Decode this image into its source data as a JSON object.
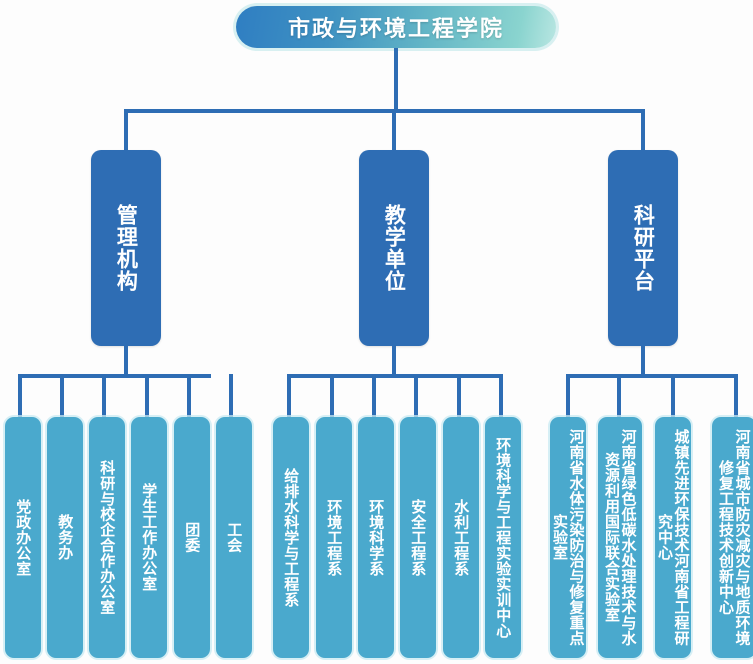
{
  "chart_data": {
    "type": "diagram",
    "title": "市政与环境工程学院",
    "orientation": "top-down organizational tree",
    "levels": 3
  },
  "colors": {
    "root_gradient_start": "#2f7ec2",
    "root_gradient_end": "#b9e6e2",
    "level2_fill": "#2e6db4",
    "leaf_fill": "#4aa9cd",
    "leaf_halo": "#c8e9f2",
    "connector": "#2e6db4",
    "text": "#ffffff",
    "background": "#fdfdfd"
  },
  "root": {
    "label": "市政与环境工程学院"
  },
  "branches": [
    {
      "id": "management",
      "label": "管理机构",
      "children": [
        {
          "label": "党政办公室"
        },
        {
          "label": "教务办"
        },
        {
          "label": "科研与校企合作办公室"
        },
        {
          "label": "学生工作办公室"
        },
        {
          "label": "团委"
        },
        {
          "label": "工会"
        }
      ]
    },
    {
      "id": "teaching",
      "label": "教学单位",
      "children": [
        {
          "label": "给排水科学与工程系"
        },
        {
          "label": "环境工程系"
        },
        {
          "label": "环境科学系"
        },
        {
          "label": "安全工程系"
        },
        {
          "label": "水利工程系"
        },
        {
          "label": "环境科学与工程实验实训中心"
        }
      ]
    },
    {
      "id": "research",
      "label": "科研平台",
      "children": [
        {
          "label": "河南省水体污染防治与修复重点实验室"
        },
        {
          "label": "河南省绿色低碳水处理技术与水资源利用国际联合实验室"
        },
        {
          "label": "城镇先进环保技术河南省工程研究中心"
        },
        {
          "label": "河南省城市防灾减灾与地质环境修复工程技术创新中心"
        }
      ]
    }
  ]
}
